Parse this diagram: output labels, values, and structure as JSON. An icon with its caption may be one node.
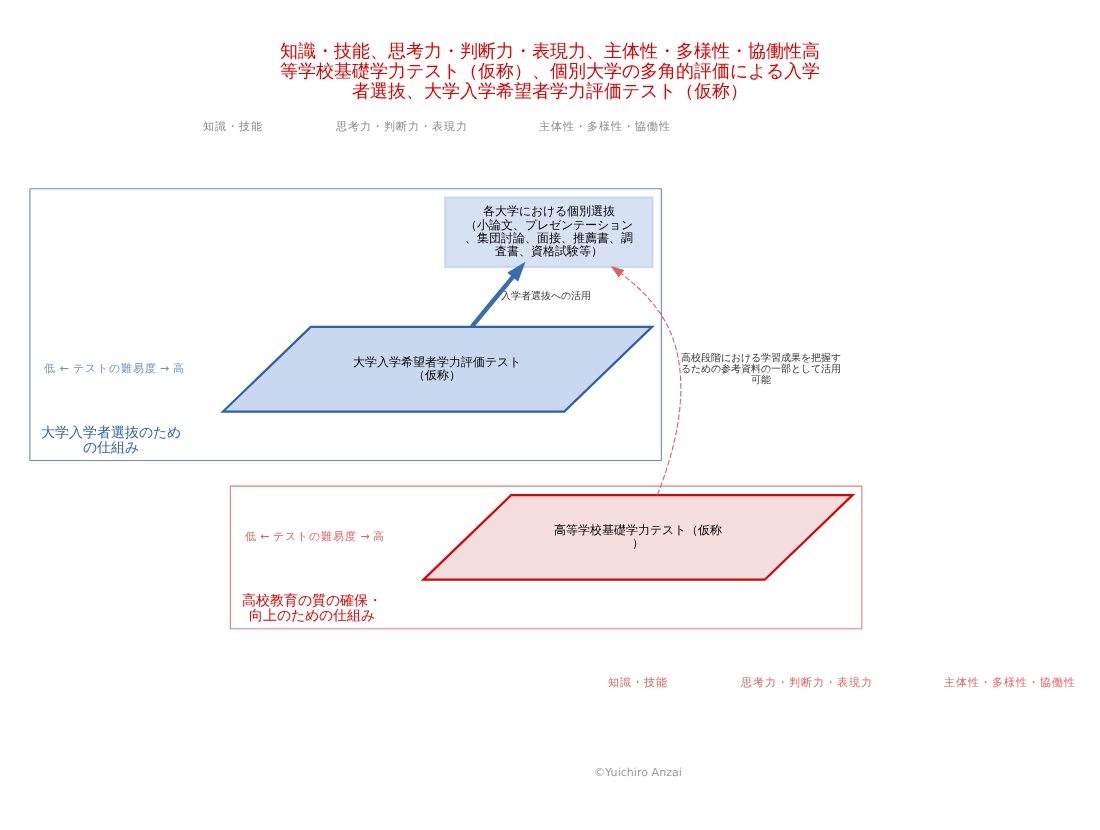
{
  "diagram": {
    "title": "知識・技能、思考力・判断力・表現力、主体性・多様性・協働性高等学校基礎学力テスト（仮称）、個別大学の多角的評価による入学者選抜、大学入学希望者学力評価テスト（仮称）",
    "nodes": [
      {
        "text": [
          "大学入学者選抜のための仕組み"
        ]
      },
      {
        "text": [
          "大学入学希望者学力評価テスト（仮称）"
        ],
        "in": 0
      },
      {
        "text": [
          "各大学における個別選抜",
          "（小論文、プレゼンテーション、集団討論、面接、推薦書、調査書、資格試験等）"
        ],
        "in": 0
      },
      {
        "text": [
          "高校教育の質の確保・向上のための仕組み"
        ]
      },
      {
        "text": [
          "高等学校基礎学力テスト（仮称）"
        ],
        "in": 3
      }
    ],
    "edges": [
      {
        "from": 1,
        "to": 2,
        "arrow": "to",
        "label": "入学者選抜への活用",
        "style": "thick",
        "color": "#3a6cb0"
      },
      {
        "from": 4,
        "to": 2,
        "arrow": "to",
        "label": "高校段階における学習成果を把握するための参考資料の一部として活用可能",
        "style": "dashed",
        "color": "#e06060"
      }
    ],
    "labels": [
      "知識・技能",
      "思考力・判断力・表現力",
      "主体性・多様性・協働性",
      "低 ← テストの難易度 → 高",
      "低 ← テストの難易度 → 高",
      "知識・技能",
      "思考力・判断力・表現力",
      "主体性・多様性・協働性",
      "©Yuichiro Anzai"
    ]
  }
}
